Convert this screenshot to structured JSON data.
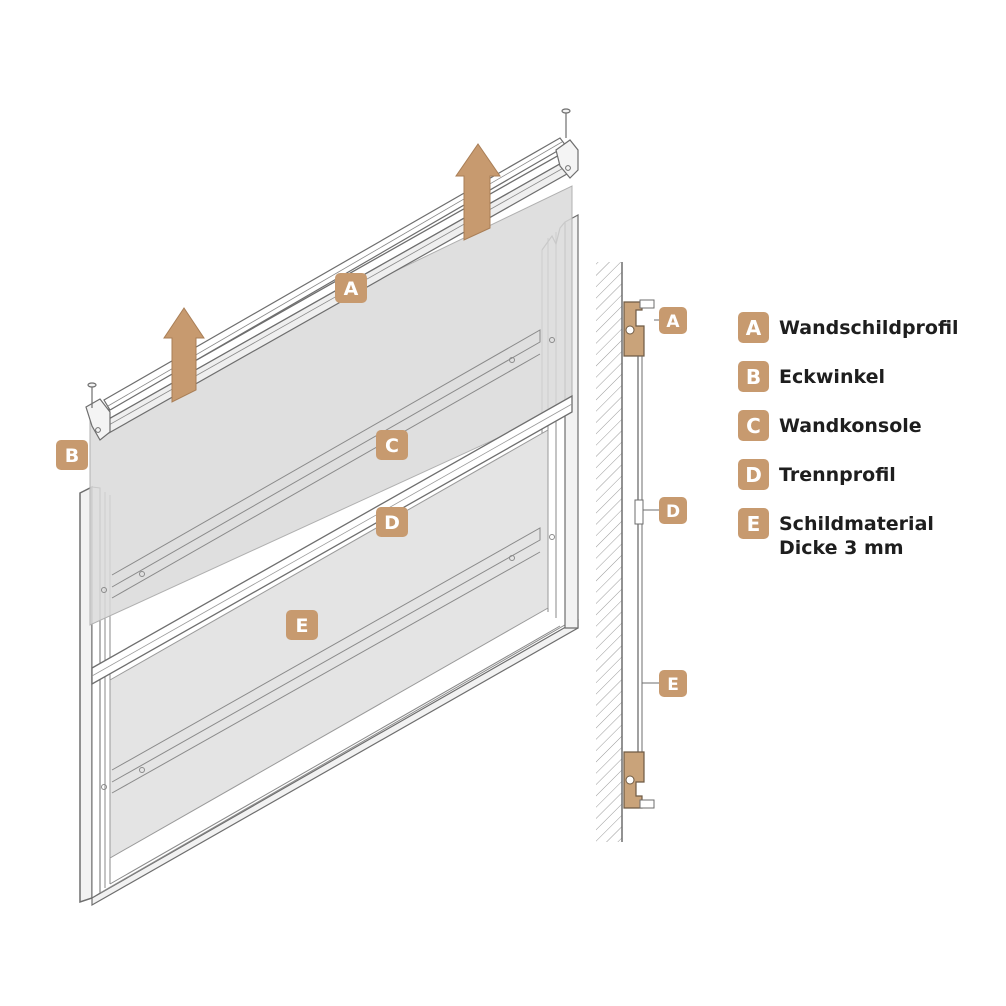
{
  "colors": {
    "badge": "#c79a6f",
    "arrow": "#c79a6f",
    "panel": "#e2e2e2",
    "frame_line": "#6e6e6e",
    "text": "#1e1e1e"
  },
  "diagram_badges": {
    "a": "A",
    "b": "B",
    "c": "C",
    "d": "D",
    "e": "E"
  },
  "section_badges": {
    "a": "A",
    "d": "D",
    "e": "E"
  },
  "legend": [
    {
      "letter": "A",
      "lines": [
        "Wandschildprofil"
      ]
    },
    {
      "letter": "B",
      "lines": [
        "Eckwinkel"
      ]
    },
    {
      "letter": "C",
      "lines": [
        "Wandkonsole"
      ]
    },
    {
      "letter": "D",
      "lines": [
        "Trennprofil"
      ]
    },
    {
      "letter": "E",
      "lines": [
        "Schildmaterial",
        "Dicke 3 mm"
      ]
    }
  ],
  "icons": {
    "lift": "up-arrow-icon",
    "screw": "screw-icon"
  }
}
